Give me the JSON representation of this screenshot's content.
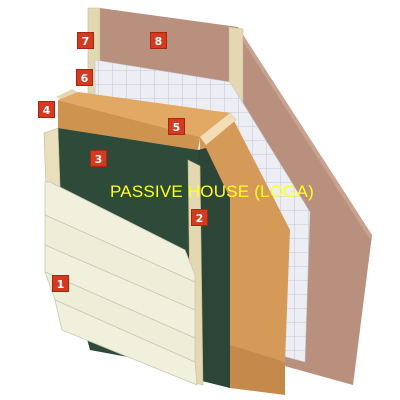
{
  "title": "PASSIVE HOUSE (LOGA)",
  "colors": {
    "marker_bg": "#d33a1f",
    "marker_text": "#ffffff",
    "title_text": "#ffff1e",
    "siding": "#f1f0dc",
    "membrane": "#2e4a38",
    "insulation": "#d79a55",
    "mesh": "#e7e8ee",
    "board": "#b98f7e",
    "timber": "#e4d8b3"
  },
  "layers": [
    {
      "number": "1",
      "name": "siding-boards"
    },
    {
      "number": "2",
      "name": "battens"
    },
    {
      "number": "3",
      "name": "wind-barrier-membrane"
    },
    {
      "number": "4",
      "name": "timber-frame"
    },
    {
      "number": "5",
      "name": "insulation"
    },
    {
      "number": "6",
      "name": "vapour-barrier-mesh"
    },
    {
      "number": "7",
      "name": "service-batten"
    },
    {
      "number": "8",
      "name": "interior-board"
    }
  ]
}
